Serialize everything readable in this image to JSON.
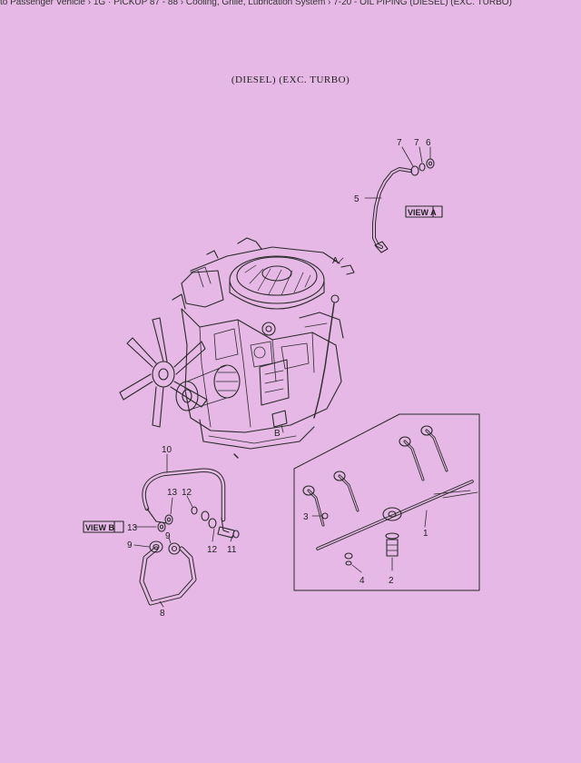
{
  "header": {
    "breadcrumb": "to Passenger Vehicle › 1G · PICKUP 87 - 88 › Cooling, Grille, Lubrication System › 7-20 - OIL PIPING (DIESEL) (EXC. TURBO)"
  },
  "title": "(DIESEL)  (EXC.  TURBO)",
  "labels": {
    "p7a": "7",
    "p7b": "7",
    "p6": "6",
    "p5": "5",
    "view_a": "VIEW A",
    "arrow_a": "A",
    "arrow_b": "B",
    "p10": "10",
    "p13a": "13",
    "p12a": "12",
    "p13b": "13",
    "p9a": "9",
    "p9b": "9",
    "p12b": "12",
    "p11": "11",
    "p8": "8",
    "view_b": "VIEW B",
    "p3": "3",
    "p1": "1",
    "p4": "4",
    "p2": "2"
  },
  "colors": {
    "background": "#e6b8e6",
    "ink": "#2a2a2a"
  }
}
